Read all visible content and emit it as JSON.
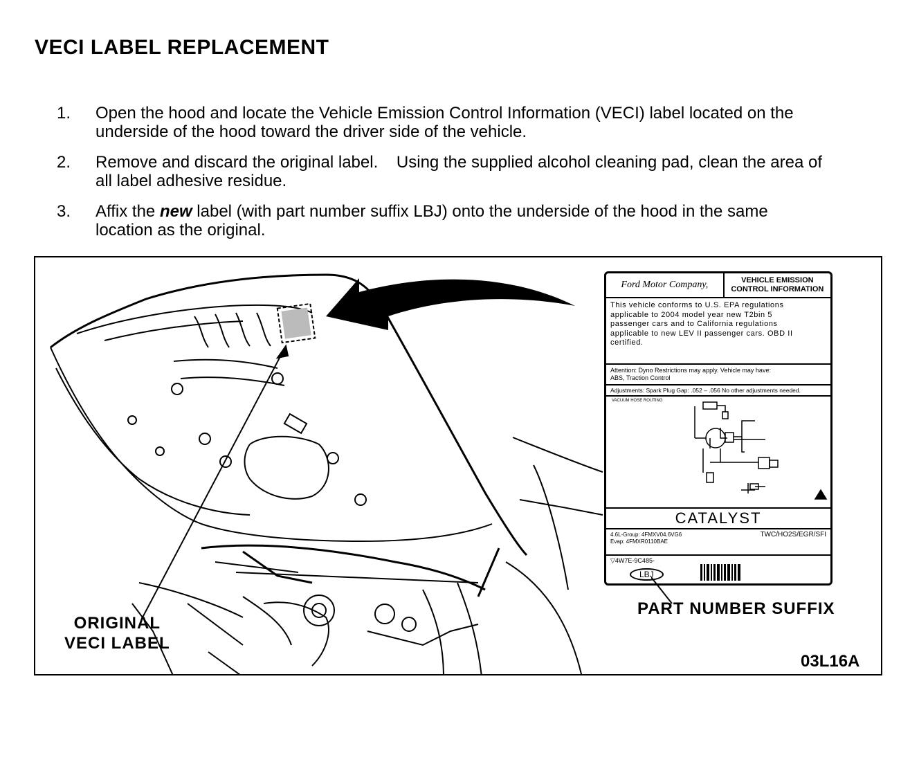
{
  "title": "VECI LABEL REPLACEMENT",
  "steps": [
    {
      "num": "1.",
      "lines": [
        "Open the hood and locate the Vehicle Emission Control Information (VECI) label located on the",
        "underside of the hood toward the driver side of the vehicle."
      ]
    },
    {
      "num": "2.",
      "line1": "Remove and discard the original label.    Using the supplied alcohol cleaning pad, clean the area of",
      "line2": "all label adhesive residue."
    },
    {
      "num": "3.",
      "pre": "Affix the ",
      "emph": "new",
      "post": " label (with part number suffix LBJ) onto the underside of the hood in the same",
      "line2": "location as the original."
    }
  ],
  "figure": {
    "callout_original": [
      "ORIGINAL",
      "VECI LABEL"
    ],
    "callout_suffix": "PART NUMBER SUFFIX",
    "figure_id": "03L16A",
    "label": {
      "brand": "Ford Motor Company,",
      "title": [
        "VEHICLE EMISSION",
        "CONTROL INFORMATION"
      ],
      "conformity": [
        "This vehicle conforms to U.S. EPA regulations",
        "applicable to 2004 model year new T2bin 5",
        "passenger cars and to California regulations",
        "applicable to new LEV II passenger cars.  OBD II",
        "certified."
      ],
      "attention": [
        "Attention:  Dyno Restrictions may apply.  Vehicle may have:",
        "ABS, Traction Control"
      ],
      "adjustments": "Adjustments: Spark Plug Gap: .052 – .056     No other adjustments needed.",
      "vacuum": "VACUUM HOSE ROUTING",
      "catalyst": "CATALYST",
      "group": [
        "4.6L-Group: 4FMXV04.6VG6",
        "Evap: 4FMXR0110BAE"
      ],
      "systems": "TWC/HO2S/EGR/SFI",
      "part_number": "4W7E-9C485-",
      "suffix": "LBJ"
    }
  }
}
